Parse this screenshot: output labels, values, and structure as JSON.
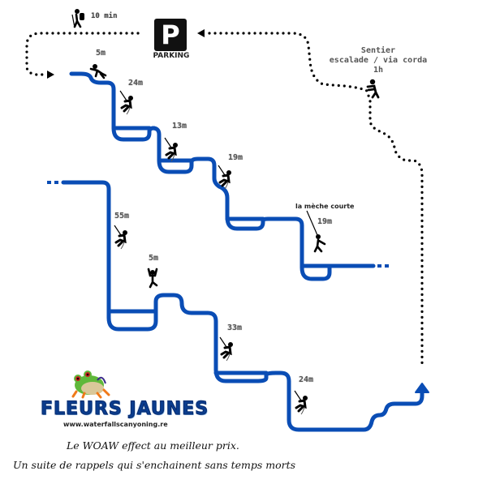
{
  "title": "Fleurs Jaunes",
  "website": "www.waterfallscanyoning.re",
  "approach": {
    "walk_time": "10 min",
    "walk_icon": "hiker-icon",
    "parking_label": "PARKING",
    "parking_glyph": "P"
  },
  "return": {
    "line1": "Sentier",
    "line2": "escalade / via corda",
    "time": "1h",
    "icon": "climber-icon"
  },
  "obstacles": [
    {
      "type": "jump",
      "height": "5m",
      "icon": "slide-icon"
    },
    {
      "type": "rappel",
      "height": "24m",
      "icon": "rappel-icon"
    },
    {
      "type": "rappel",
      "height": "13m",
      "icon": "rappel-icon"
    },
    {
      "type": "rappel",
      "height": "19m",
      "icon": "rappel-icon"
    },
    {
      "type": "rappel",
      "height": "19m",
      "icon": "swing-icon",
      "name": "la mèche courte"
    },
    {
      "type": "rappel",
      "height": "55m",
      "icon": "rappel-icon"
    },
    {
      "type": "jump",
      "height": "5m",
      "icon": "jump-icon"
    },
    {
      "type": "rappel",
      "height": "33m",
      "icon": "rappel-icon"
    },
    {
      "type": "rappel",
      "height": "24m",
      "icon": "rappel-icon"
    }
  ],
  "tagline": {
    "line1": "Le WOAW effect au meilleur prix.",
    "line2": "Un suite de rappels qui s'enchainent sans temps morts"
  },
  "colors": {
    "route": "#0a4db5",
    "trail": "#000000"
  }
}
